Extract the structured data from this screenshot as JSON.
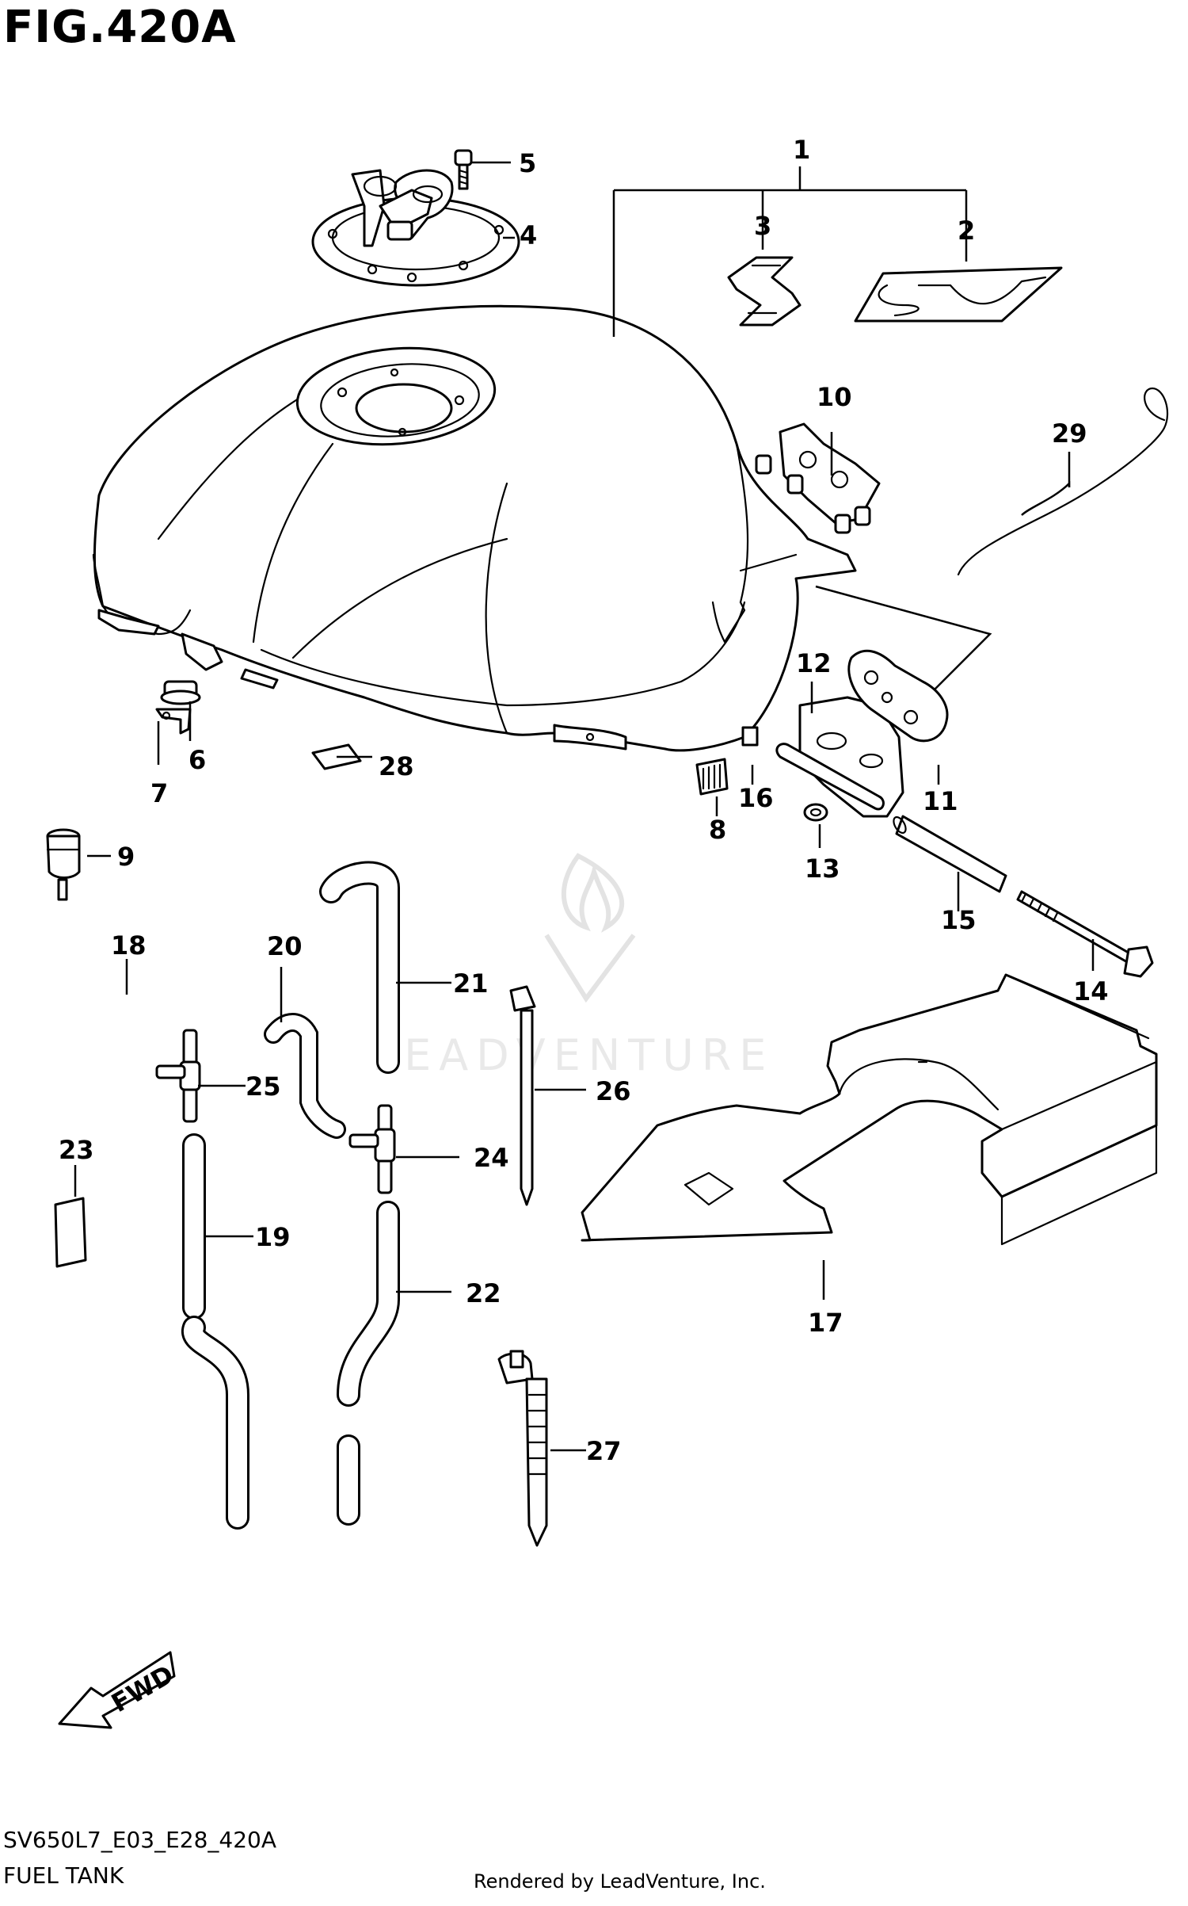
{
  "header": {
    "figure": "FIG.420A"
  },
  "footer": {
    "code": "SV650L7_E03_E28_420A",
    "name": "FUEL TANK",
    "rendered_by": "Rendered by LeadVenture, Inc."
  },
  "watermark": {
    "text": "LEADVENTURE"
  },
  "callouts": [
    "1",
    "2",
    "3",
    "4",
    "5",
    "6",
    "7",
    "8",
    "9",
    "10",
    "11",
    "12",
    "13",
    "14",
    "15",
    "16",
    "17",
    "18",
    "19",
    "20",
    "21",
    "22",
    "23",
    "24",
    "25",
    "26",
    "27",
    "28",
    "29"
  ],
  "fwd_arrow": {
    "text": "FWD"
  }
}
